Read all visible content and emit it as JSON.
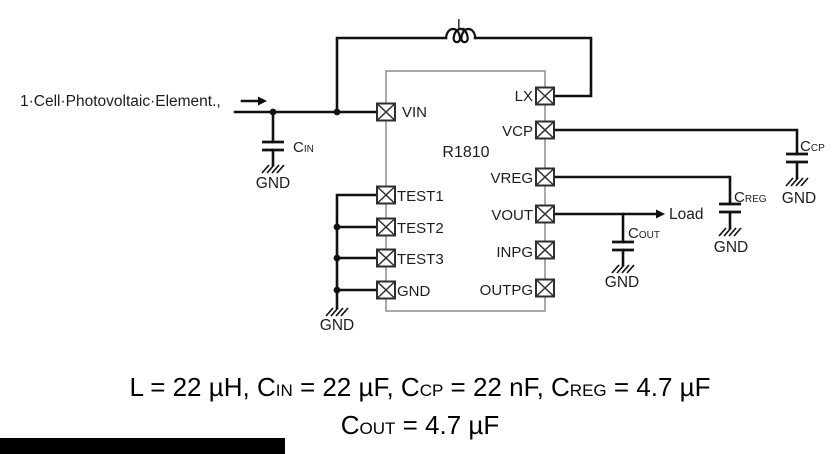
{
  "colors": {
    "wire": "#111111",
    "ic_outline": "#949494",
    "pin_outline": "#2e2e2e",
    "text": "#1c1c1c",
    "background": "#ffffff",
    "redaction_bar": "#000000"
  },
  "icons": {
    "input_arrow": "right-arrow",
    "load_arrow": "right-arrow",
    "ground_symbol": "earth-hatch",
    "inductor_symbol": "coil",
    "capacitor_symbol": "two-plates",
    "pin_symbol": "crossed-box"
  },
  "schematic": {
    "source_label": "1·Cell·Photovoltaic·Element.,",
    "inductor_label": "L",
    "load_label": "Load",
    "gnd_label": "GND",
    "ic": {
      "part_number": "R1810",
      "left_pins": [
        "VIN",
        "TEST1",
        "TEST2",
        "TEST3",
        "GND"
      ],
      "right_pins": [
        "LX",
        "VCP",
        "VREG",
        "VOUT",
        "INPG",
        "OUTPG"
      ]
    },
    "capacitor_labels": {
      "cin": {
        "base": "C",
        "sub": "IN"
      },
      "ccp": {
        "base": "C",
        "sub": "CP"
      },
      "creg": {
        "base": "C",
        "sub": "REG"
      },
      "cout": {
        "base": "C",
        "sub": "OUT"
      }
    }
  },
  "caption": {
    "line1": {
      "p0": "L = 22 µH, C",
      "s0": "IN",
      "p1": " = 22 µF, C",
      "s1": "CP",
      "p2": " = 22 nF, C",
      "s2": "REG",
      "p3": " = 4.7 µF"
    },
    "line2": {
      "p0": "C",
      "s0": "OUT",
      "p1": " = 4.7 µF"
    }
  }
}
